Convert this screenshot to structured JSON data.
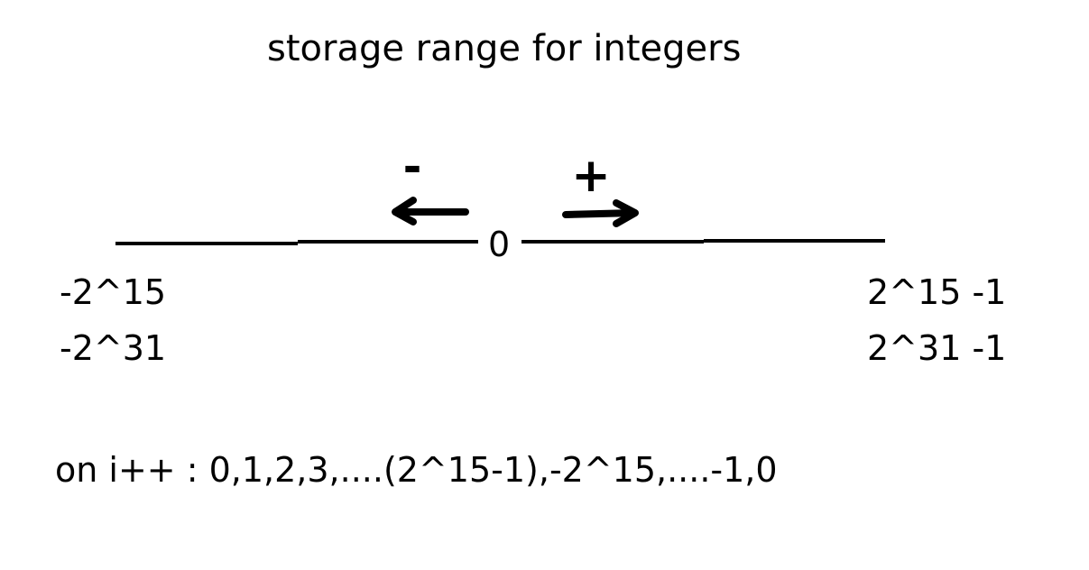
{
  "title": "storage range for integers",
  "number_line": {
    "origin_label": "0",
    "negative_symbol": "-",
    "positive_symbol": "+"
  },
  "min_values": [
    "-2^15",
    "-2^31"
  ],
  "max_values": [
    "2^15 -1",
    "2^31 -1"
  ],
  "overflow_sequence": "on i++ : 0,1,2,3,....(2^15-1),-2^15,....-1,0"
}
